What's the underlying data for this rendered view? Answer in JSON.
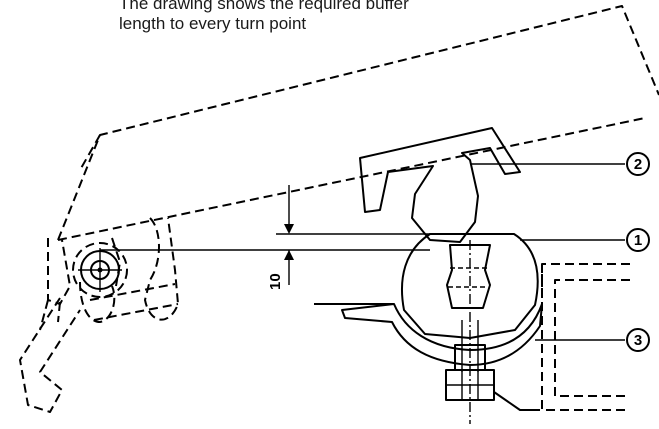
{
  "caption": {
    "line1": "The drawing shows the required buffer",
    "line2": "length to every turn point"
  },
  "dimension": {
    "value": "10"
  },
  "callouts": [
    {
      "label": "1",
      "glyph": "①"
    },
    {
      "label": "2",
      "glyph": "②"
    },
    {
      "label": "3",
      "glyph": "③"
    }
  ]
}
